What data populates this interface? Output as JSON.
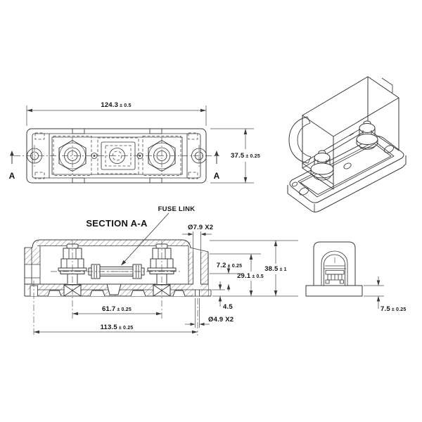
{
  "views": {
    "top_view": {
      "section_label": "A"
    },
    "section_view": {
      "title": "SECTION A-A",
      "callout": "FUSE LINK"
    },
    "isometric_view": {
      "description": ""
    },
    "end_view": {
      "description": ""
    }
  },
  "dimensions": {
    "overall_length": {
      "value": "124.3",
      "tol": "± 0.5"
    },
    "overall_width": {
      "value": "37.5",
      "tol": "± 0.25"
    },
    "hole_top": {
      "text": "Ø7.9 X2"
    },
    "fuse_height": {
      "value": "7.2",
      "tol": "± 0.25"
    },
    "terminal_height": {
      "value": "29.1",
      "tol": "± 0.5"
    },
    "overall_height": {
      "value": "38.5",
      "tol": "± 1"
    },
    "base_step": {
      "text": "4.5"
    },
    "terminal_spacing": {
      "value": "61.7",
      "tol": "± 0.25"
    },
    "mounting_spacing": {
      "value": "113.5",
      "tol": "± 0.25"
    },
    "hole_bottom": {
      "text": "Ø4.9 X2"
    },
    "base_thickness": {
      "value": "7.5",
      "tol": "± 0.25"
    }
  },
  "colors": {
    "line": "#3a3a3a",
    "dim_line": "#4f4f4f",
    "text": "#151515",
    "background": "#ffffff"
  }
}
